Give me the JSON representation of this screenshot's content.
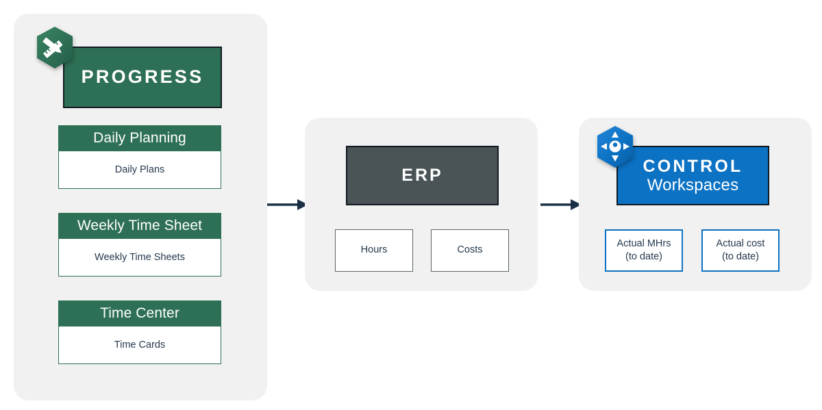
{
  "diagram": {
    "title": "PROGRESS to ERP to CONTROL data flow",
    "colors": {
      "panel_background": "#f0f1f0",
      "progress_green": "#2e7055",
      "control_blue": "#0c72c4",
      "erp_slate": "#4a5356",
      "arrow_navy": "#1b2f47",
      "text_navy": "#24384d",
      "metric_gray_border": "#5a6469",
      "page_background": "#ffffff"
    }
  },
  "progress_panel": {
    "badge_icon": "ruler-pencil-icon",
    "brand": {
      "title": "PROGRESS"
    },
    "modules": [
      {
        "header": "Daily Planning",
        "body": "Daily Plans"
      },
      {
        "header": "Weekly Time Sheet",
        "body": "Weekly Time Sheets"
      },
      {
        "header": "Time Center",
        "body": "Time Cards"
      }
    ]
  },
  "erp_panel": {
    "brand": {
      "title": "ERP"
    },
    "metrics": [
      {
        "label": "Hours"
      },
      {
        "label": "Costs"
      }
    ]
  },
  "control_panel": {
    "badge_icon": "four-way-navigation-icon",
    "brand": {
      "title": "CONTROL",
      "subtitle": "Workspaces"
    },
    "metrics": [
      {
        "line1": "Actual MHrs",
        "line2": "(to date)"
      },
      {
        "line1": "Actual cost",
        "line2": "(to date)"
      }
    ]
  },
  "connectors": [
    {
      "name": "progress-to-erp",
      "icon": "arrow-right-icon"
    },
    {
      "name": "erp-to-control",
      "icon": "arrow-right-icon"
    }
  ]
}
